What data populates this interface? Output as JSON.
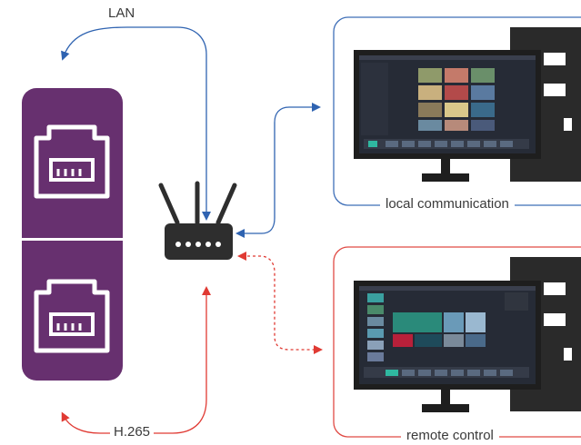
{
  "labels": {
    "lan": "LAN",
    "h265": "H.265",
    "local_communication": "local communication",
    "remote_control": "remote control"
  },
  "colors": {
    "port_panel": "#67306f",
    "port_divider": "#ffffff",
    "router_body": "#2e2e2e",
    "lan_arrow": "#2f63b1",
    "remote_arrow": "#e03a33",
    "local_frame": "#3f6fb8",
    "remote_frame": "#e04a44",
    "monitor_bezel": "#1e1e1e",
    "tower": "#2a2a2a"
  },
  "icons": [
    "ethernet-port-icon",
    "router-icon",
    "monitor-icon",
    "pc-tower-icon"
  ]
}
